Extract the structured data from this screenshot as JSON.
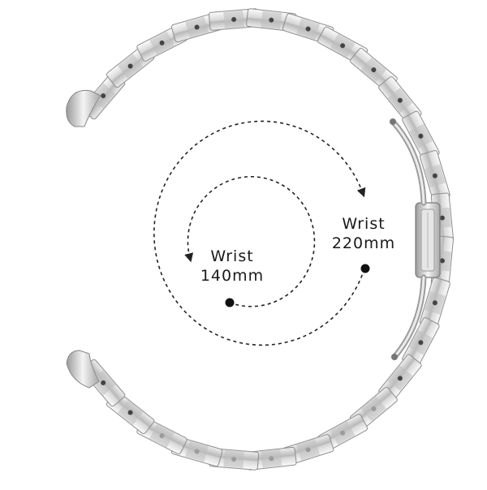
{
  "image": {
    "subject": "stainless steel link watch band with folding clasp",
    "colors": {
      "background": "#ffffff",
      "metal_light": "#f2f2f2",
      "metal_mid": "#c9c9c9",
      "metal_dark": "#8a8a8a",
      "pin": "#444444",
      "guide_line": "#222222"
    }
  },
  "inner_circle": {
    "label": "Wrist",
    "size": "140mm"
  },
  "outer_circle": {
    "label": "Wrist",
    "size": "220mm"
  }
}
